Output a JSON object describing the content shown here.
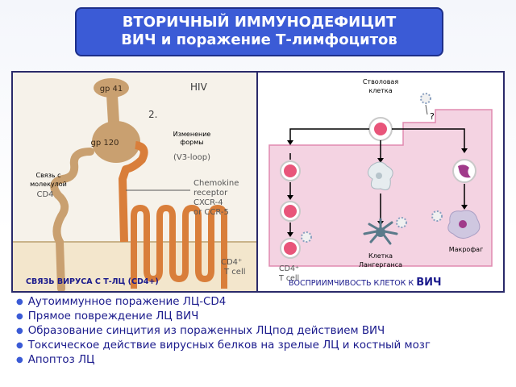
{
  "title": {
    "line1": "ВТОРИЧНЫЙ ИММУНОДЕФИЦИТ",
    "line2": "ВИЧ и поражение Т-лимфоцитов"
  },
  "left_panel": {
    "gp41": "gp 41",
    "hiv": "HIV",
    "step": "2.",
    "gp120": "gp 120",
    "shape_change_1": "Изменение",
    "shape_change_2": "формы",
    "v3loop": "(V3-loop)",
    "cd4_bind_1": "Связь с",
    "cd4_bind_2": "молекулой",
    "cd4": "CD4",
    "chemokine_1": "Chemokine",
    "chemokine_2": "receptor",
    "chemokine_3": "CXCR-4",
    "chemokine_4": "or CCR-5",
    "cd4_tcell_1": "CD4⁺",
    "cd4_tcell_2": "T cell",
    "caption": "СВЯЗЬ ВИРУСА С Т-ЛЦ (CD4+)"
  },
  "right_panel": {
    "stem_1": "Стволовая",
    "stem_2": "клетка",
    "question": "?",
    "tcell_1": "CD4⁺",
    "tcell_2": "T cell",
    "langerhans_1": "Клетка",
    "langerhans_2": "Лангерганса",
    "macrophage": "Макрофаг",
    "caption_prefix": "ВОСПРИИМЧИВОСТЬ КЛЕТОК К ",
    "caption_hiv": "ВИЧ"
  },
  "bullets": [
    "Аутоиммунное поражение ЛЦ-CD4",
    "Прямое повреждение ЛЦ ВИЧ",
    "Образование синцития из пораженных ЛЦпод действием ВИЧ",
    "Токсическое действие вирусных белков на зрелые ЛЦ и костный мозг",
    "Апоптоз ЛЦ"
  ],
  "colors": {
    "title_bg": "#3b5bd6",
    "cd4_protein": "#c9a070",
    "chemokine_receptor": "#d97e3a",
    "cell_pink": "#e8557a",
    "panel_pink": "#f4d3e2",
    "text_blue": "#1a1a8c"
  }
}
